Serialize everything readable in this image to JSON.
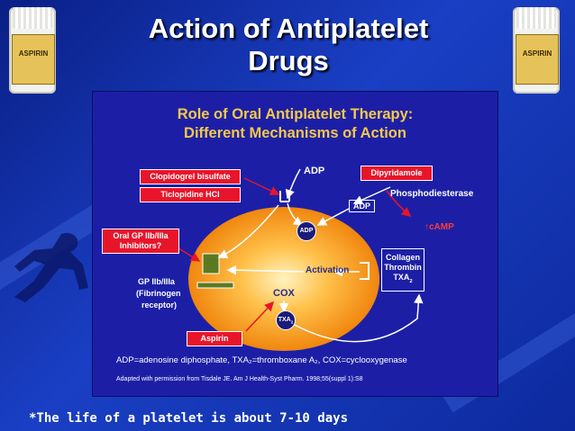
{
  "slide": {
    "title_line1": "Action of Antiplatelet",
    "title_line2": "Drugs",
    "left_bottle_label": "ASPIRIN",
    "right_bottle_label": "ASPIRIN",
    "footer": "*The life of a platelet is about 7-10 days"
  },
  "figure": {
    "title_line1": "Role of Oral Antiplatelet Therapy:",
    "title_line2": "Different Mechanisms of Action",
    "boxes": {
      "clopidogrel": "Clopidogrel bisulfate",
      "ticlopidine": "Ticlopidine HCl",
      "oral_gp": "Oral GP IIb/IIIa Inhibitors?",
      "aspirin": "Aspirin",
      "dipyridamole": "Dipyridamole"
    },
    "labels": {
      "adp_top": "ADP",
      "adp_box": "ADP",
      "adp_circle": "ADP",
      "phosphodiesterase": "Phosphodiesterase",
      "camp": "↑cAMP",
      "gp_receptor_1": "GP IIb/IIIa",
      "gp_receptor_2": "(Fibrinogen",
      "gp_receptor_3": "receptor)",
      "activation": "Activation",
      "cox": "COX",
      "txa_circle": "TXA",
      "collagen_1": "Collagen",
      "collagen_2": "Thrombin",
      "collagen_3": "TXA"
    },
    "footnote_1": "ADP=adenosine diphosphate, TXA₂=thromboxane A₂, COX=cyclooxygenase",
    "footnote_2": "Adapted with permission from Tisdale JE. Am J Health-Syst Pharm. 1998;55(suppl 1):S8"
  },
  "colors": {
    "background": "#1a3fc4",
    "panel": "#1c1fa6",
    "title_gold": "#f5c84a",
    "red_box": "#e8152a",
    "platelet_orange": "#f59a1a"
  }
}
